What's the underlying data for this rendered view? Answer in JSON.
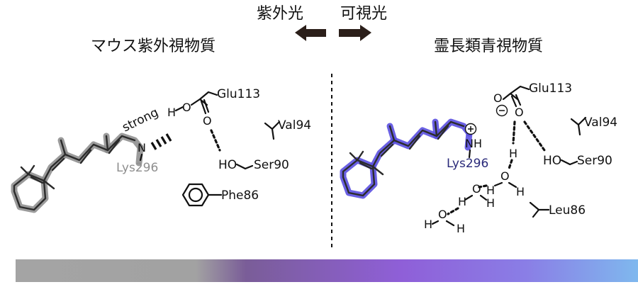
{
  "header": {
    "uv_light": "紫外光",
    "visible_light": "可視光"
  },
  "panels": {
    "left_title": "マウス紫外視物質",
    "right_title": "霊長類青視物質"
  },
  "left_molecule": {
    "strong": "strong",
    "lys": "Lys296",
    "n": "N",
    "h": "H",
    "o1": "O",
    "o2": "O",
    "glu": "Glu113",
    "val": "Val94",
    "ho": "HO",
    "ser": "Ser90",
    "phe": "Phe86"
  },
  "right_molecule": {
    "nh": "NH",
    "lys": "Lys296",
    "glu": "Glu113",
    "o1": "O",
    "o2": "O",
    "val": "Val94",
    "ho": "HO",
    "ser": "Ser90",
    "h_a": "H",
    "o_w1": "O",
    "h_w1a": "H",
    "h_w1b": "H",
    "o_w2": "O",
    "h_w2a": "H",
    "h_w2b": "H",
    "o_w3": "O",
    "h_w3a": "H",
    "h_w3b": "H",
    "leu": "Leu86"
  },
  "colors": {
    "spectrum_start": "#a4a4a4",
    "spectrum_mid": "#8a5fd0",
    "spectrum_end": "#7fb4ee",
    "glow_gray": "#8a8a8a",
    "glow_blue": "#5a4fe0"
  }
}
